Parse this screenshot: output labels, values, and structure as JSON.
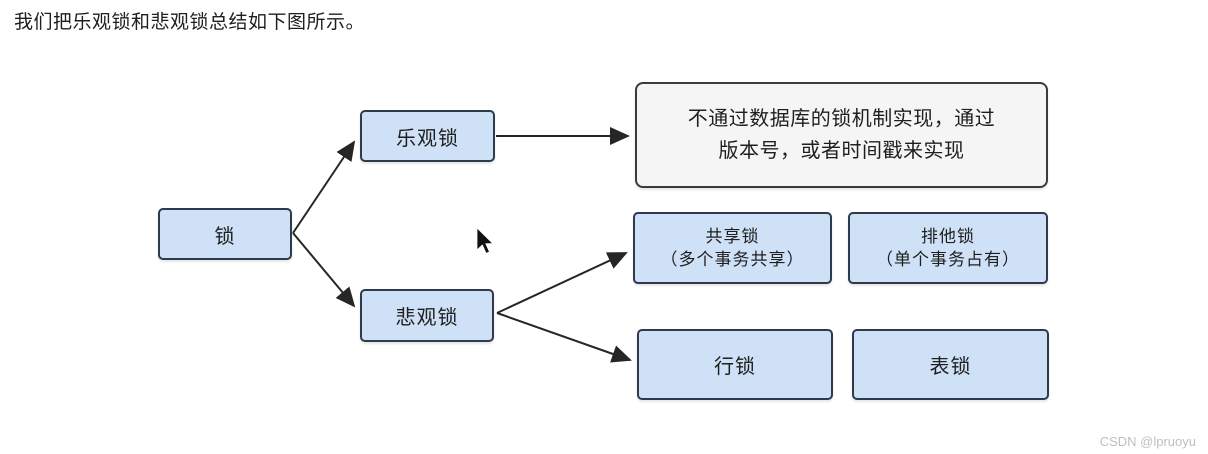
{
  "theme": {
    "bg": "#ffffff",
    "node_fill": "#cfe1f6",
    "node_border": "#2e3b4c",
    "desc_fill": "#f5f5f5",
    "desc_border": "#3b3b3b",
    "arrow": "#262626",
    "text": "#1f1f1f",
    "watermark_color": "#bfbfbf"
  },
  "page": {
    "intro_text": "我们把乐观锁和悲观锁总结如下图所示。",
    "watermark": "CSDN @lpruoyu"
  },
  "diagram": {
    "root": {
      "label": "锁"
    },
    "optimistic": {
      "label": "乐观锁"
    },
    "pessimistic": {
      "label": "悲观锁"
    },
    "optimistic_note": {
      "lines": [
        "不通过数据库的锁机制实现，通过",
        "版本号，或者时间戳来实现"
      ]
    },
    "shared_lock": {
      "title": "共享锁",
      "subtitle": "（多个事务共享）"
    },
    "exclusive_lock": {
      "title": "排他锁",
      "subtitle": "（单个事务占有）"
    },
    "row_lock": {
      "label": "行锁"
    },
    "table_lock": {
      "label": "表锁"
    }
  }
}
